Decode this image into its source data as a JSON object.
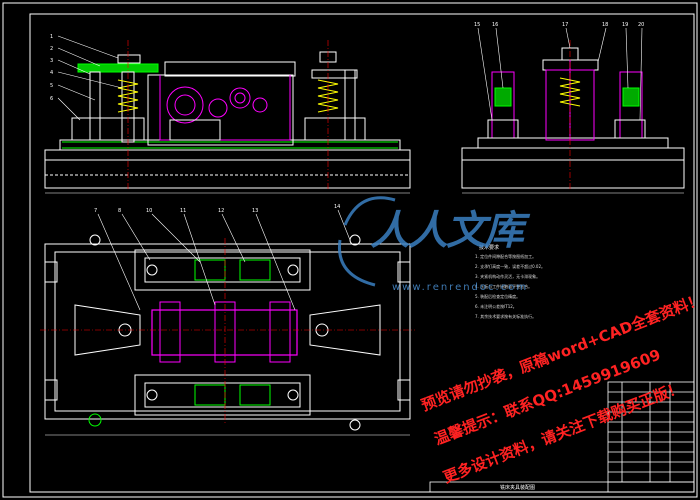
{
  "drawing": {
    "part_numbers_left": [
      "1",
      "2",
      "3",
      "4",
      "5",
      "6"
    ],
    "part_numbers_top_right": [
      "15",
      "16",
      "17",
      "18",
      "19",
      "20"
    ],
    "part_numbers_plan": [
      "7",
      "8",
      "10",
      "11",
      "12",
      "13",
      "14"
    ],
    "tech_notes_title": "技术要求",
    "tech_notes": [
      "1. 定位件间隙配合等按图纸加工。",
      "2. 支承钉高度一致，误差不超过0.02。",
      "3. 夹紧机构动作灵活，无卡滞现象。",
      "4. 压板与工件接触面平整贴合。",
      "5. 装配后检查定位精度。",
      "6. 未注明公差按IT12。",
      "7. 其余技术要求按有关标准执行。"
    ],
    "title_block_label": "铣床夹具装配图"
  },
  "logo": {
    "text": "人人文库",
    "url": "www.renrendoc.com"
  },
  "watermark": {
    "line1": "预览请勿抄袭，原稿word+CAD全套资料！",
    "line2": "温馨提示：联系QQ:1459919609",
    "line3": "更多设计资料，请关注下载购买正版！"
  },
  "colors": {
    "background": "#000000",
    "line_white": "#ffffff",
    "magenta": "#ff00ff",
    "green": "#00ff00",
    "yellow": "#ffff00",
    "cyan": "#00ffff",
    "watermark_red": "#ff2222",
    "logo_blue": "#3a7fc1"
  }
}
